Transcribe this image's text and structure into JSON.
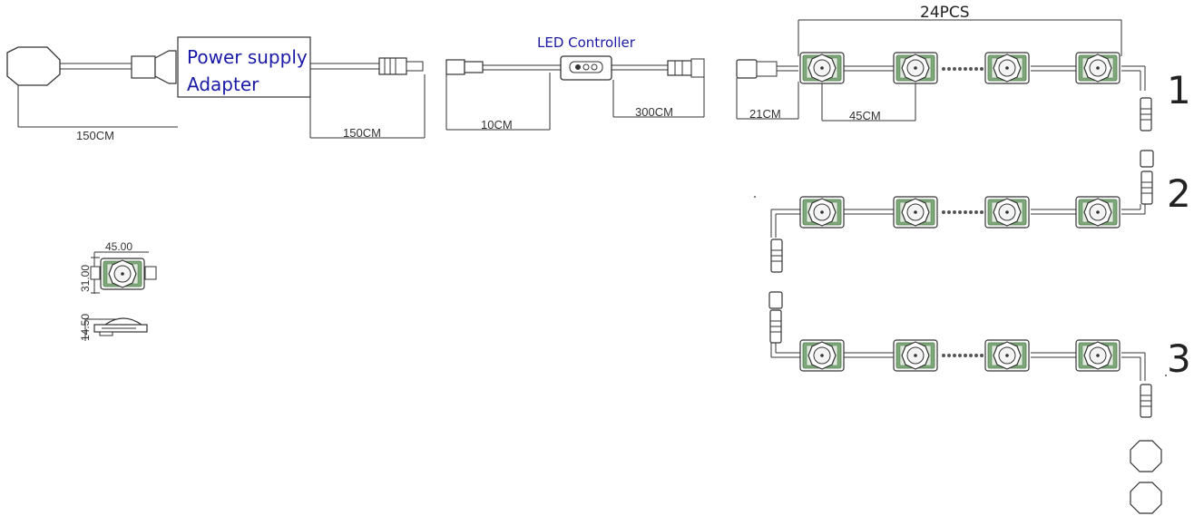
{
  "labels": {
    "power_supply_line1": "Power supply",
    "power_supply_line2": "Adapter",
    "led_controller": "LED Controller",
    "pcs_count": "24PCS"
  },
  "dimensions": {
    "plug_cable": "150CM",
    "adapter_cable": "150CM",
    "controller_input": "10CM",
    "controller_output": "300CM",
    "lead_in": "21CM",
    "module_spacing": "45CM",
    "module_width": "45.00",
    "module_height": "31.00",
    "module_thickness": "14.50"
  },
  "rows": [
    "1",
    "2",
    "3"
  ],
  "colors": {
    "label_blue": "#1a1aa6",
    "module_green": "#5e8c5a",
    "line": "#333333"
  }
}
